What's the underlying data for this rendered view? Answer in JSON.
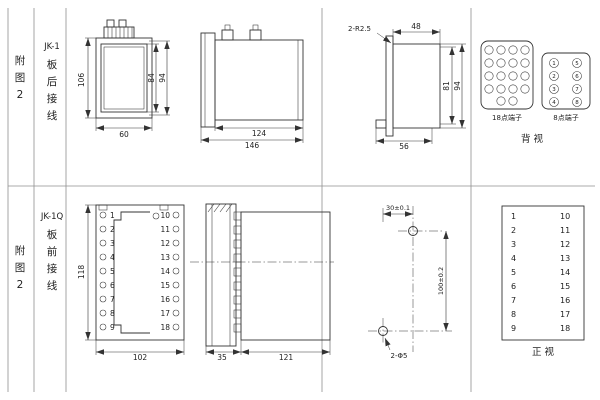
{
  "sidebar": {
    "top": {
      "fig": [
        "附",
        "图",
        "2"
      ],
      "model": "JK-1",
      "wiring": [
        "板",
        "后",
        "接",
        "线"
      ]
    },
    "bottom": {
      "fig": [
        "附",
        "图",
        "2"
      ],
      "model": "JK-1Q",
      "wiring": [
        "板",
        "前",
        "接",
        "线"
      ]
    }
  },
  "rear": {
    "front_view": {
      "h106": "106",
      "h84": "84",
      "h94": "94",
      "w60": "60"
    },
    "side_view": {
      "w124": "124",
      "w146": "146"
    },
    "back_view": {
      "r_note": "2-R2.5",
      "w48": "48",
      "h81": "81",
      "h94": "94",
      "w56": "56"
    },
    "terminals": {
      "label18": "18点端子",
      "label8": "8点端子",
      "digits": [
        "1",
        "5",
        "2",
        "6",
        "3",
        "7",
        "4",
        "8"
      ],
      "view": "背  视"
    }
  },
  "front": {
    "front_view": {
      "h118": "118",
      "w102": "102",
      "left": [
        "1",
        "2",
        "3",
        "4",
        "5",
        "6",
        "7",
        "8",
        "9"
      ],
      "right": [
        "10",
        "11",
        "12",
        "13",
        "14",
        "15",
        "16",
        "17",
        "18"
      ]
    },
    "side_view": {
      "w35": "35",
      "w121": "121"
    },
    "drill": {
      "dx": "30±0.1",
      "dy": "100±0.2",
      "holes": "2-Φ5"
    },
    "map": {
      "left": [
        "1",
        "2",
        "3",
        "4",
        "5",
        "6",
        "7",
        "8",
        "9"
      ],
      "right": [
        "10",
        "11",
        "12",
        "13",
        "14",
        "15",
        "16",
        "17",
        "18"
      ],
      "view": "正  视"
    }
  }
}
